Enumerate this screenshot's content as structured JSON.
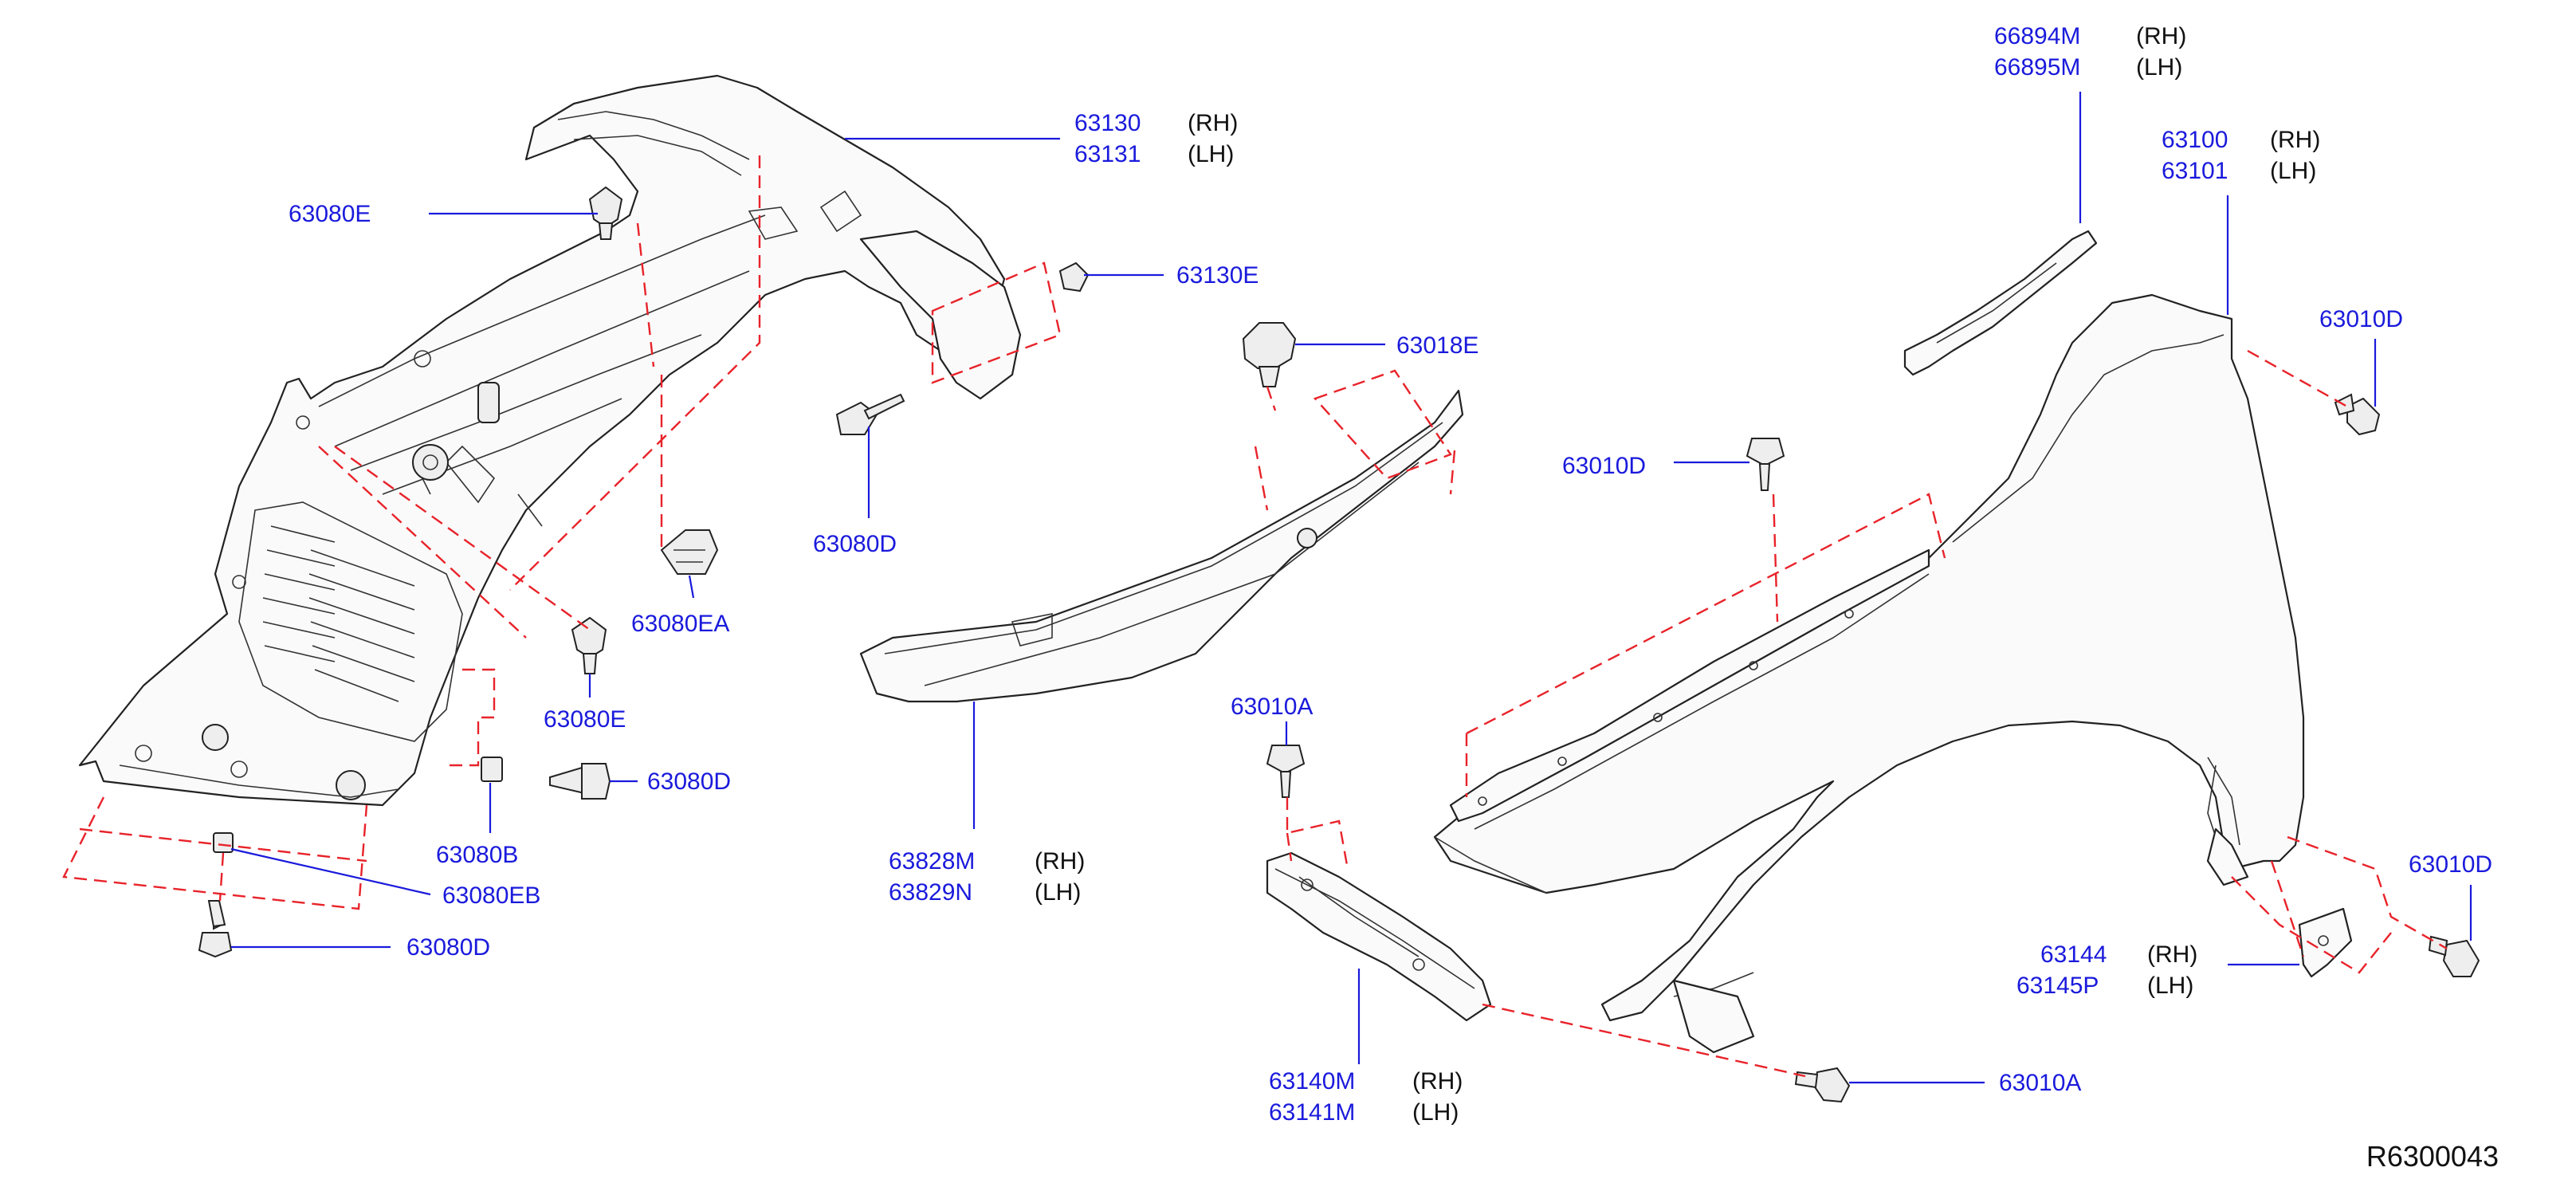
{
  "diagram": {
    "reference_code": "R6300043",
    "callouts": {
      "c63130": {
        "rh": "63130",
        "lh": "63131",
        "rh_tag": "(RH)",
        "lh_tag": "(LH)"
      },
      "c63080E_top": "63080E",
      "c63130E": "63130E",
      "c63018E": "63018E",
      "c63080D_mid": "63080D",
      "c63080EA": "63080EA",
      "c63080E_low": "63080E",
      "c63080D_clip": "63080D",
      "c63080B": "63080B",
      "c63080EB": "63080EB",
      "c63080D_bottom": "63080D",
      "c63828": {
        "rh": "63828M",
        "lh": "63829N",
        "rh_tag": "(RH)",
        "lh_tag": "(LH)"
      },
      "c66894": {
        "rh": "66894M",
        "lh": "66895M",
        "rh_tag": "(RH)",
        "lh_tag": "(LH)"
      },
      "c63100": {
        "rh": "63100",
        "lh": "63101",
        "rh_tag": "(RH)",
        "lh_tag": "(LH)"
      },
      "c63010D_top": "63010D",
      "c63010D_mid": "63010D",
      "c63010A_top": "63010A",
      "c63010D_right": "63010D",
      "c63144": {
        "rh": "63144",
        "lh": "63145P",
        "rh_tag": "(RH)",
        "lh_tag": "(LH)"
      },
      "c63140": {
        "rh": "63140M",
        "lh": "63141M",
        "rh_tag": "(RH)",
        "lh_tag": "(LH)"
      },
      "c63010A_bottom": "63010A"
    }
  }
}
